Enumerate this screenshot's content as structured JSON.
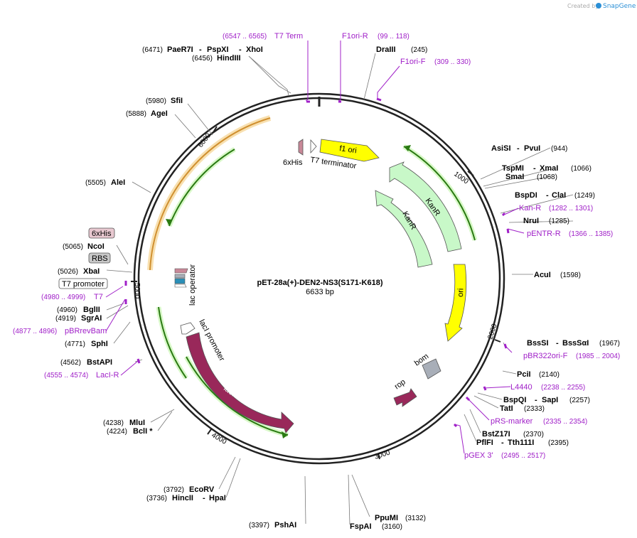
{
  "app": {
    "credit": "Created by",
    "brand": "SnapGene",
    "accent": "#2a8fd6"
  },
  "plasmid": {
    "name": "pET-28a(+)-DEN2-NS3(S171-K618)",
    "size": "6633 bp"
  },
  "ticks": [
    "1000",
    "2000",
    "3000",
    "4000",
    "5000",
    "6000"
  ],
  "enzymes": [
    {
      "name": "PaeR7I",
      "pos": "(6471)"
    },
    {
      "name": "PspXI",
      "pos": ""
    },
    {
      "name": "XhoI",
      "pos": ""
    },
    {
      "name": "HindIII",
      "pos": "(6456)"
    },
    {
      "name": "DraIII",
      "pos": "(245)"
    },
    {
      "name": "SfiI",
      "pos": "(5980)"
    },
    {
      "name": "AgeI",
      "pos": "(5888)"
    },
    {
      "name": "AsiSI",
      "pos": ""
    },
    {
      "name": "PvuI",
      "pos": "(944)"
    },
    {
      "name": "TspMI",
      "pos": ""
    },
    {
      "name": "XmaI",
      "pos": "(1066)"
    },
    {
      "name": "SmaI",
      "pos": "(1068)"
    },
    {
      "name": "AleI",
      "pos": "(5505)"
    },
    {
      "name": "BspDI",
      "pos": ""
    },
    {
      "name": "ClaI",
      "pos": "(1249)"
    },
    {
      "name": "NruI",
      "pos": "(1285)"
    },
    {
      "name": "NcoI",
      "pos": "(5065)"
    },
    {
      "name": "XbaI",
      "pos": "(5026)"
    },
    {
      "name": "AcuI",
      "pos": "(1598)"
    },
    {
      "name": "BglII",
      "pos": "(4960)"
    },
    {
      "name": "SgrAI",
      "pos": "(4919)"
    },
    {
      "name": "SphI",
      "pos": "(4771)"
    },
    {
      "name": "BssSI",
      "pos": ""
    },
    {
      "name": "BssSαI",
      "pos": "(1967)"
    },
    {
      "name": "BstAPI",
      "pos": "(4562)"
    },
    {
      "name": "PciI",
      "pos": "(2140)"
    },
    {
      "name": "BspQI",
      "pos": ""
    },
    {
      "name": "SapI",
      "pos": "(2257)"
    },
    {
      "name": "TatI",
      "pos": "(2333)"
    },
    {
      "name": "BstZ17I",
      "pos": "(2370)"
    },
    {
      "name": "PflFI",
      "pos": ""
    },
    {
      "name": "Tth111I",
      "pos": "(2395)"
    },
    {
      "name": "MluI",
      "pos": "(4238)"
    },
    {
      "name": "BclI *",
      "pos": "(4224)"
    },
    {
      "name": "EcoRV",
      "pos": "(3792)"
    },
    {
      "name": "HincII",
      "pos": "(3736)"
    },
    {
      "name": "HpaI",
      "pos": ""
    },
    {
      "name": "PshAI",
      "pos": "(3397)"
    },
    {
      "name": "PpuMI",
      "pos": "(3132)"
    },
    {
      "name": "FspAI",
      "pos": "(3160)"
    }
  ],
  "primers": [
    {
      "name": "T7 Term",
      "pos": "(6547 .. 6565)"
    },
    {
      "name": "F1ori-R",
      "pos": "(99 .. 118)"
    },
    {
      "name": "F1ori-F",
      "pos": "(309 .. 330)"
    },
    {
      "name": "Kan-R",
      "pos": "(1282 .. 1301)"
    },
    {
      "name": "pENTR-R",
      "pos": "(1366 .. 1385)"
    },
    {
      "name": "T7",
      "pos": "(4980 .. 4999)"
    },
    {
      "name": "pBRrevBam",
      "pos": "(4877 .. 4896)"
    },
    {
      "name": "pBR322ori-F",
      "pos": "(1985 .. 2004)"
    },
    {
      "name": "LacI-R",
      "pos": "(4555 .. 4574)"
    },
    {
      "name": "L4440",
      "pos": "(2238 .. 2255)"
    },
    {
      "name": "pRS-marker",
      "pos": "(2335 .. 2354)"
    },
    {
      "name": "pGEX 3'",
      "pos": "(2495 .. 2517)"
    }
  ],
  "boxed_features": [
    {
      "name": "6xHis",
      "fill": "#e8c8d0"
    },
    {
      "name": "RBS",
      "fill": "#c8c8c8"
    },
    {
      "name": "T7 promoter",
      "fill": "#ffffff"
    }
  ],
  "features": {
    "f1_ori": "f1 ori",
    "t7_terminator": "T7 terminator",
    "his_tag": "6xHis",
    "kanr_outer": "KanR",
    "kanr_inner": "KanR",
    "ori": "ori",
    "lac_operator": "lac operator",
    "laci_promoter": "lacI promoter",
    "laci": "lacI",
    "rop": "rop",
    "bom": "bom"
  },
  "colors": {
    "f1ori": "#ffff00",
    "kanr": "#c8f8c8",
    "laci": "#99285a",
    "bom": "#a8aeb8",
    "primer": "#a020c8",
    "ring": "#222222"
  }
}
